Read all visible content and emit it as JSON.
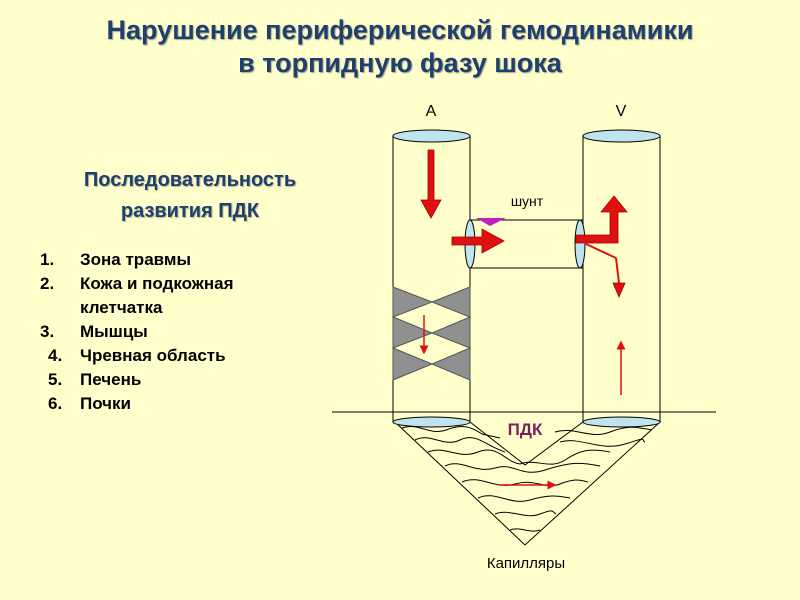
{
  "title_line1": "Нарушение периферической гемодинамики",
  "title_line2": "в торпидную фазу шока",
  "subtitle_line1": "Последовательность",
  "subtitle_line2": "развития ПДК",
  "stages": [
    {
      "num": "1.",
      "label": "Зона травмы"
    },
    {
      "num": "2.",
      "label": "Кожа и подкожная"
    },
    {
      "num": "",
      "label": "клетчатка"
    },
    {
      "num": "3.",
      "label": "Мышцы"
    },
    {
      "num": "4.",
      "label": "Чревная область"
    },
    {
      "num": "5.",
      "label": "Печень"
    },
    {
      "num": "6.",
      "label": "Почки"
    }
  ],
  "diagram": {
    "artery_label": "A",
    "vein_label": "V",
    "shunt_label": "шунт",
    "pdk_label": "ПДК",
    "capillaries_label": "Капилляры",
    "colors": {
      "arrow": "#E01010",
      "pdk": "#7A1F5C",
      "ellipse": "#BFE4EE",
      "wedge": "#909090",
      "shunt_mark": "#C020C0"
    }
  }
}
